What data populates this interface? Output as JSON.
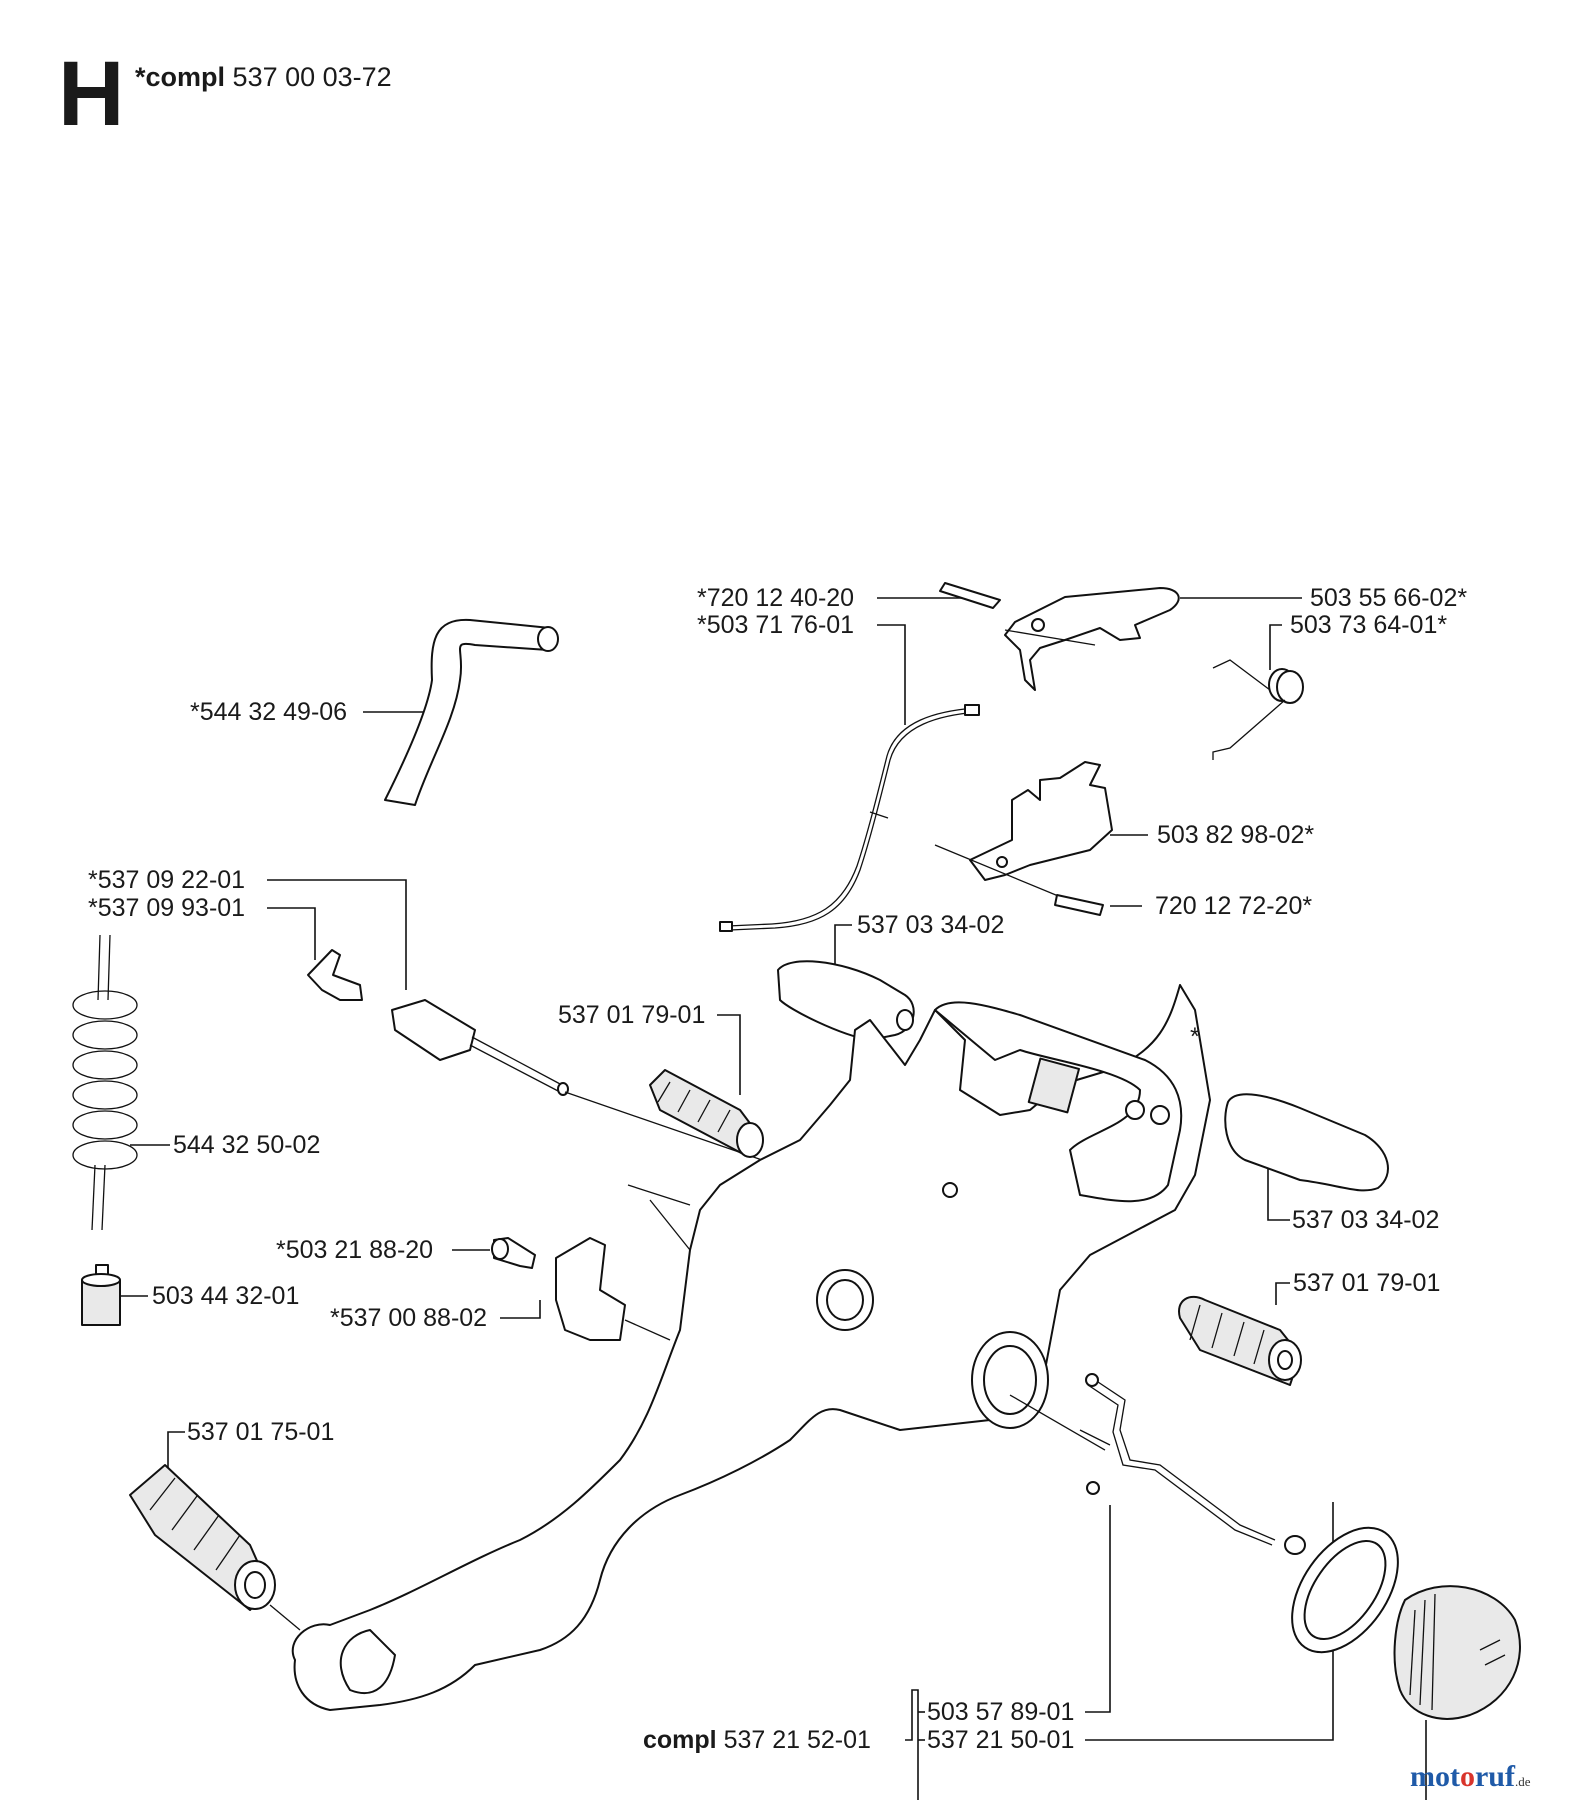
{
  "header": {
    "section": "H",
    "compl_prefix": "*compl",
    "compl_number": "537 00 03-72"
  },
  "labels": {
    "hose": "*544 32 49-06",
    "pin_top": "*720 12 40-20",
    "cable": "*503 71 76-01",
    "throttle": "503 55 66-02*",
    "spring": "503 73 64-01*",
    "lockout": "503 82 98-02*",
    "pin_bottom": "720 12 72-20*",
    "nipple_a": "*537 09 22-01",
    "nipple_b": "*537 09 93-01",
    "cover_top": "537 03 34-02",
    "av_top": "537 01 79-01",
    "star": "*",
    "fuel_hose": "544 32 50-02",
    "cover_right": "537 03 34-02",
    "screw": "*503 21 88-20",
    "filter": "503 44 32-01",
    "holder": "*537 00 88-02",
    "av_right": "537 01 79-01",
    "av_left": "537 01 75-01",
    "compl_prefix": "compl",
    "compl_number": "537 21 52-01",
    "cap_seal": "503 57 89-01",
    "cap": "537 21 50-01"
  },
  "watermark": {
    "part1": "mot",
    "part2": "o",
    "part3": "ruf",
    "suffix": ".de"
  }
}
